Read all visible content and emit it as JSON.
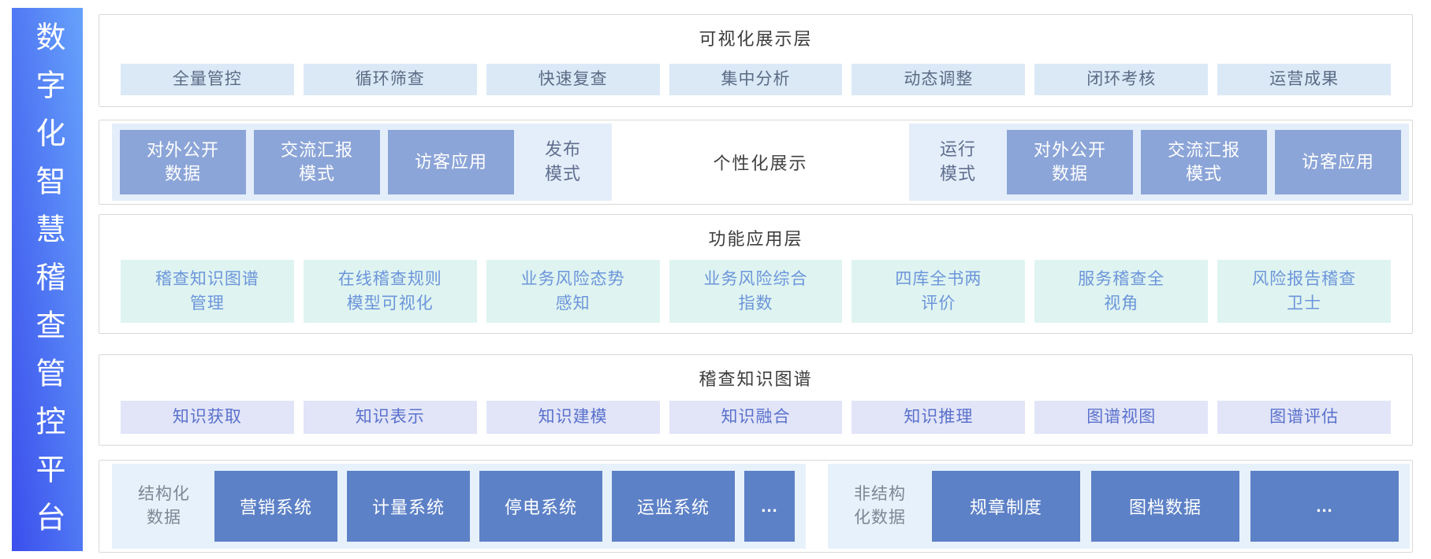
{
  "sidebar": {
    "title": "数字化智慧稽查管控平台"
  },
  "visual_layer": {
    "title": "可视化展示层",
    "items": [
      "全量管控",
      "循环筛查",
      "快速复查",
      "集中分析",
      "动态调整",
      "闭环考核",
      "运营成果"
    ]
  },
  "modes": {
    "publish": {
      "boxes": [
        "对外公开\n数据",
        "交流汇报\n模式",
        "访客应用"
      ],
      "label": "发布\n模式"
    },
    "center_label": "个性化展示",
    "run": {
      "label": "运行\n模式",
      "boxes": [
        "对外公开\n数据",
        "交流汇报\n模式",
        "访客应用"
      ]
    }
  },
  "function_layer": {
    "title": "功能应用层",
    "items": [
      "稽查知识图谱\n管理",
      "在线稽查规则\n模型可视化",
      "业务风险态势\n感知",
      "业务风险综合\n指数",
      "四库全书两\n评价",
      "服务稽查全\n视角",
      "风险报告稽查\n卫士"
    ]
  },
  "knowledge_layer": {
    "title": "稽查知识图谱",
    "items": [
      "知识获取",
      "知识表示",
      "知识建模",
      "知识融合",
      "知识推理",
      "图谱视图",
      "图谱评估"
    ]
  },
  "data_layer": {
    "structured": {
      "label": "结构化\n数据",
      "boxes": [
        "营销系统",
        "计量系统",
        "停电系统",
        "运监系统",
        "..."
      ]
    },
    "unstructured": {
      "label": "非结构\n化数据",
      "boxes": [
        "规章制度",
        "图档数据",
        "..."
      ]
    }
  },
  "colors": {
    "sidebar_gradient_start": "#66A2FB",
    "sidebar_gradient_end": "#3A4EEC",
    "panel_border": "#D9D9D9",
    "title_text": "#3C3C3C",
    "visual_item_bg": "#DBE9F7",
    "visual_item_text": "#5B6B85",
    "mode_group_bg": "#E4EEFB",
    "mode_box_bg": "#8CA5D8",
    "mode_label_text": "#606F8F",
    "function_item_bg": "#DFF4F1",
    "function_item_text": "#6C95DA",
    "knowledge_item_bg": "#E2E5F8",
    "knowledge_item_text": "#5A71CC",
    "data_group_bg": "#E7F1FB",
    "data_box_bg": "#5D81C7",
    "data_label_text": "#7E8795"
  }
}
